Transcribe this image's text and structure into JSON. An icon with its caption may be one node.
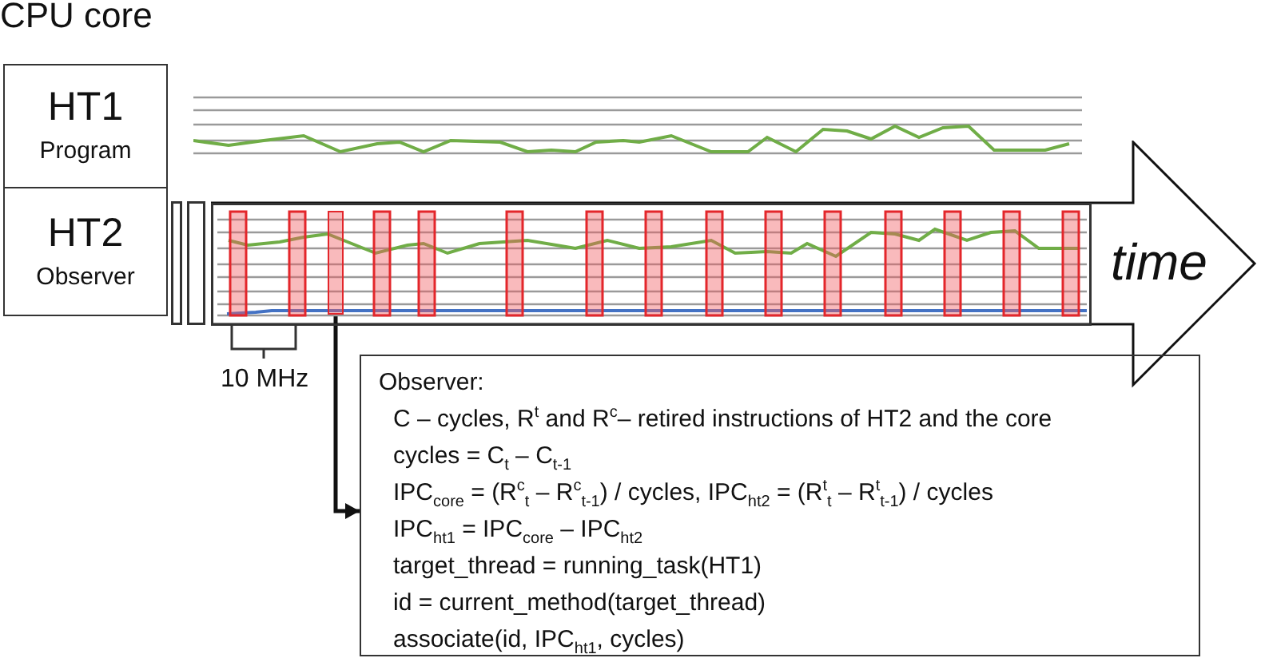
{
  "diagram": {
    "title": "CPU core",
    "nodes": [
      {
        "text": [
          "HT1",
          "Program"
        ]
      },
      {
        "text": [
          "HT2",
          "Observer"
        ]
      },
      {
        "text": [
          "time"
        ]
      },
      {
        "text": [],
        "shape": "bar",
        "in": 2
      },
      {
        "text": [
          "Observer:",
          "C – cycles, R$^{t}$ and R$^{c}$– retired instructions of HT2 and the core",
          "cycles = C$_{t}$ – C$_{t-1}$",
          "IPC$_{core}$ = (R$^{c}$$_{t}$ – R$^{c}$$_{t-1}$) / cycles, IPC$_{ht2}$ = (R$^{t}$$_{t}$ – R$^{t}$$_{t-1}$) / cycles",
          "IPC$_{ht1}$ = IPC$_{core}$ – IPC$_{ht2}$",
          "target_thread = running_task(HT1)",
          "id = current_method(target_thread)",
          "associate(id, IPC$_{ht1}$, cycles)"
        ]
      }
    ],
    "edges": [
      {
        "from": 3,
        "to": 4,
        "arrow": "to"
      }
    ],
    "labels": [
      "10 MHz"
    ]
  }
}
